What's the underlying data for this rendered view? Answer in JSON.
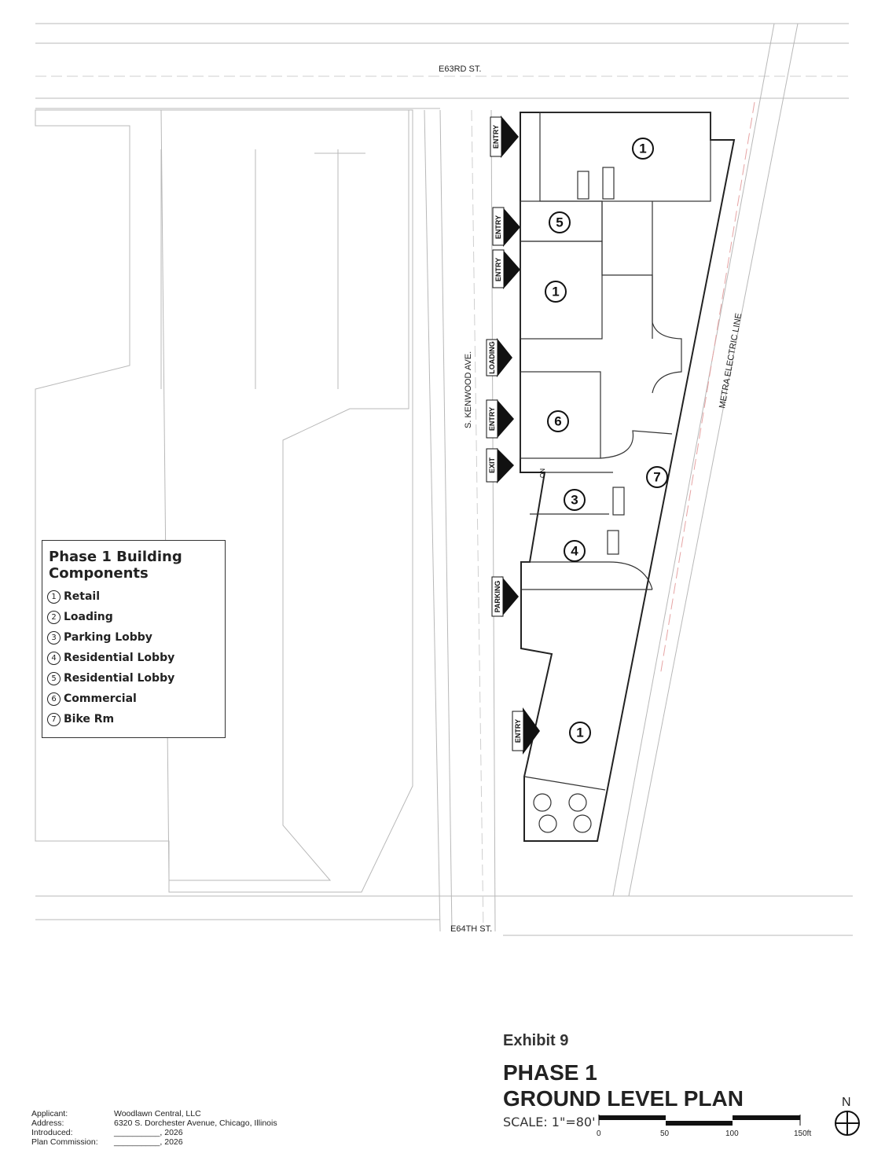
{
  "streets": {
    "north": "E63RD ST.",
    "south": "E64TH ST.",
    "west": "S. KENWOOD AVE.",
    "rail": "METRA ELECTRIC LINE"
  },
  "flags": [
    "ENTRY",
    "ENTRY",
    "ENTRY",
    "LOADING",
    "ENTRY",
    "EXIT",
    "PARKING",
    "ENTRY"
  ],
  "space_numbers": [
    "1",
    "5",
    "1",
    "6",
    "7",
    "3",
    "4",
    "1"
  ],
  "no_label": "NO",
  "legend": {
    "title": "Phase 1 Building Components",
    "items": [
      {
        "num": "1",
        "label": "Retail"
      },
      {
        "num": "2",
        "label": "Loading"
      },
      {
        "num": "3",
        "label": "Parking Lobby"
      },
      {
        "num": "4",
        "label": "Residential Lobby"
      },
      {
        "num": "5",
        "label": "Residential Lobby"
      },
      {
        "num": "6",
        "label": "Commercial"
      },
      {
        "num": "7",
        "label": "Bike Rm"
      }
    ]
  },
  "info": {
    "applicant_label": "Applicant:",
    "applicant": "Woodlawn Central, LLC",
    "address_label": "Address:",
    "address": "6320 S. Dorchester Avenue, Chicago, Illinois",
    "introduced_label": "Introduced:",
    "introduced": "__________, 2026",
    "plan_commission_label": "Plan Commission:",
    "plan_commission": "__________, 2026"
  },
  "title_block": {
    "exhibit": "Exhibit 9",
    "title_line1": "PHASE 1",
    "title_line2": "GROUND LEVEL PLAN",
    "scale": "SCALE: 1\"=80'",
    "ticks": [
      "0",
      "50",
      "100",
      "150ft"
    ],
    "north": "N"
  }
}
